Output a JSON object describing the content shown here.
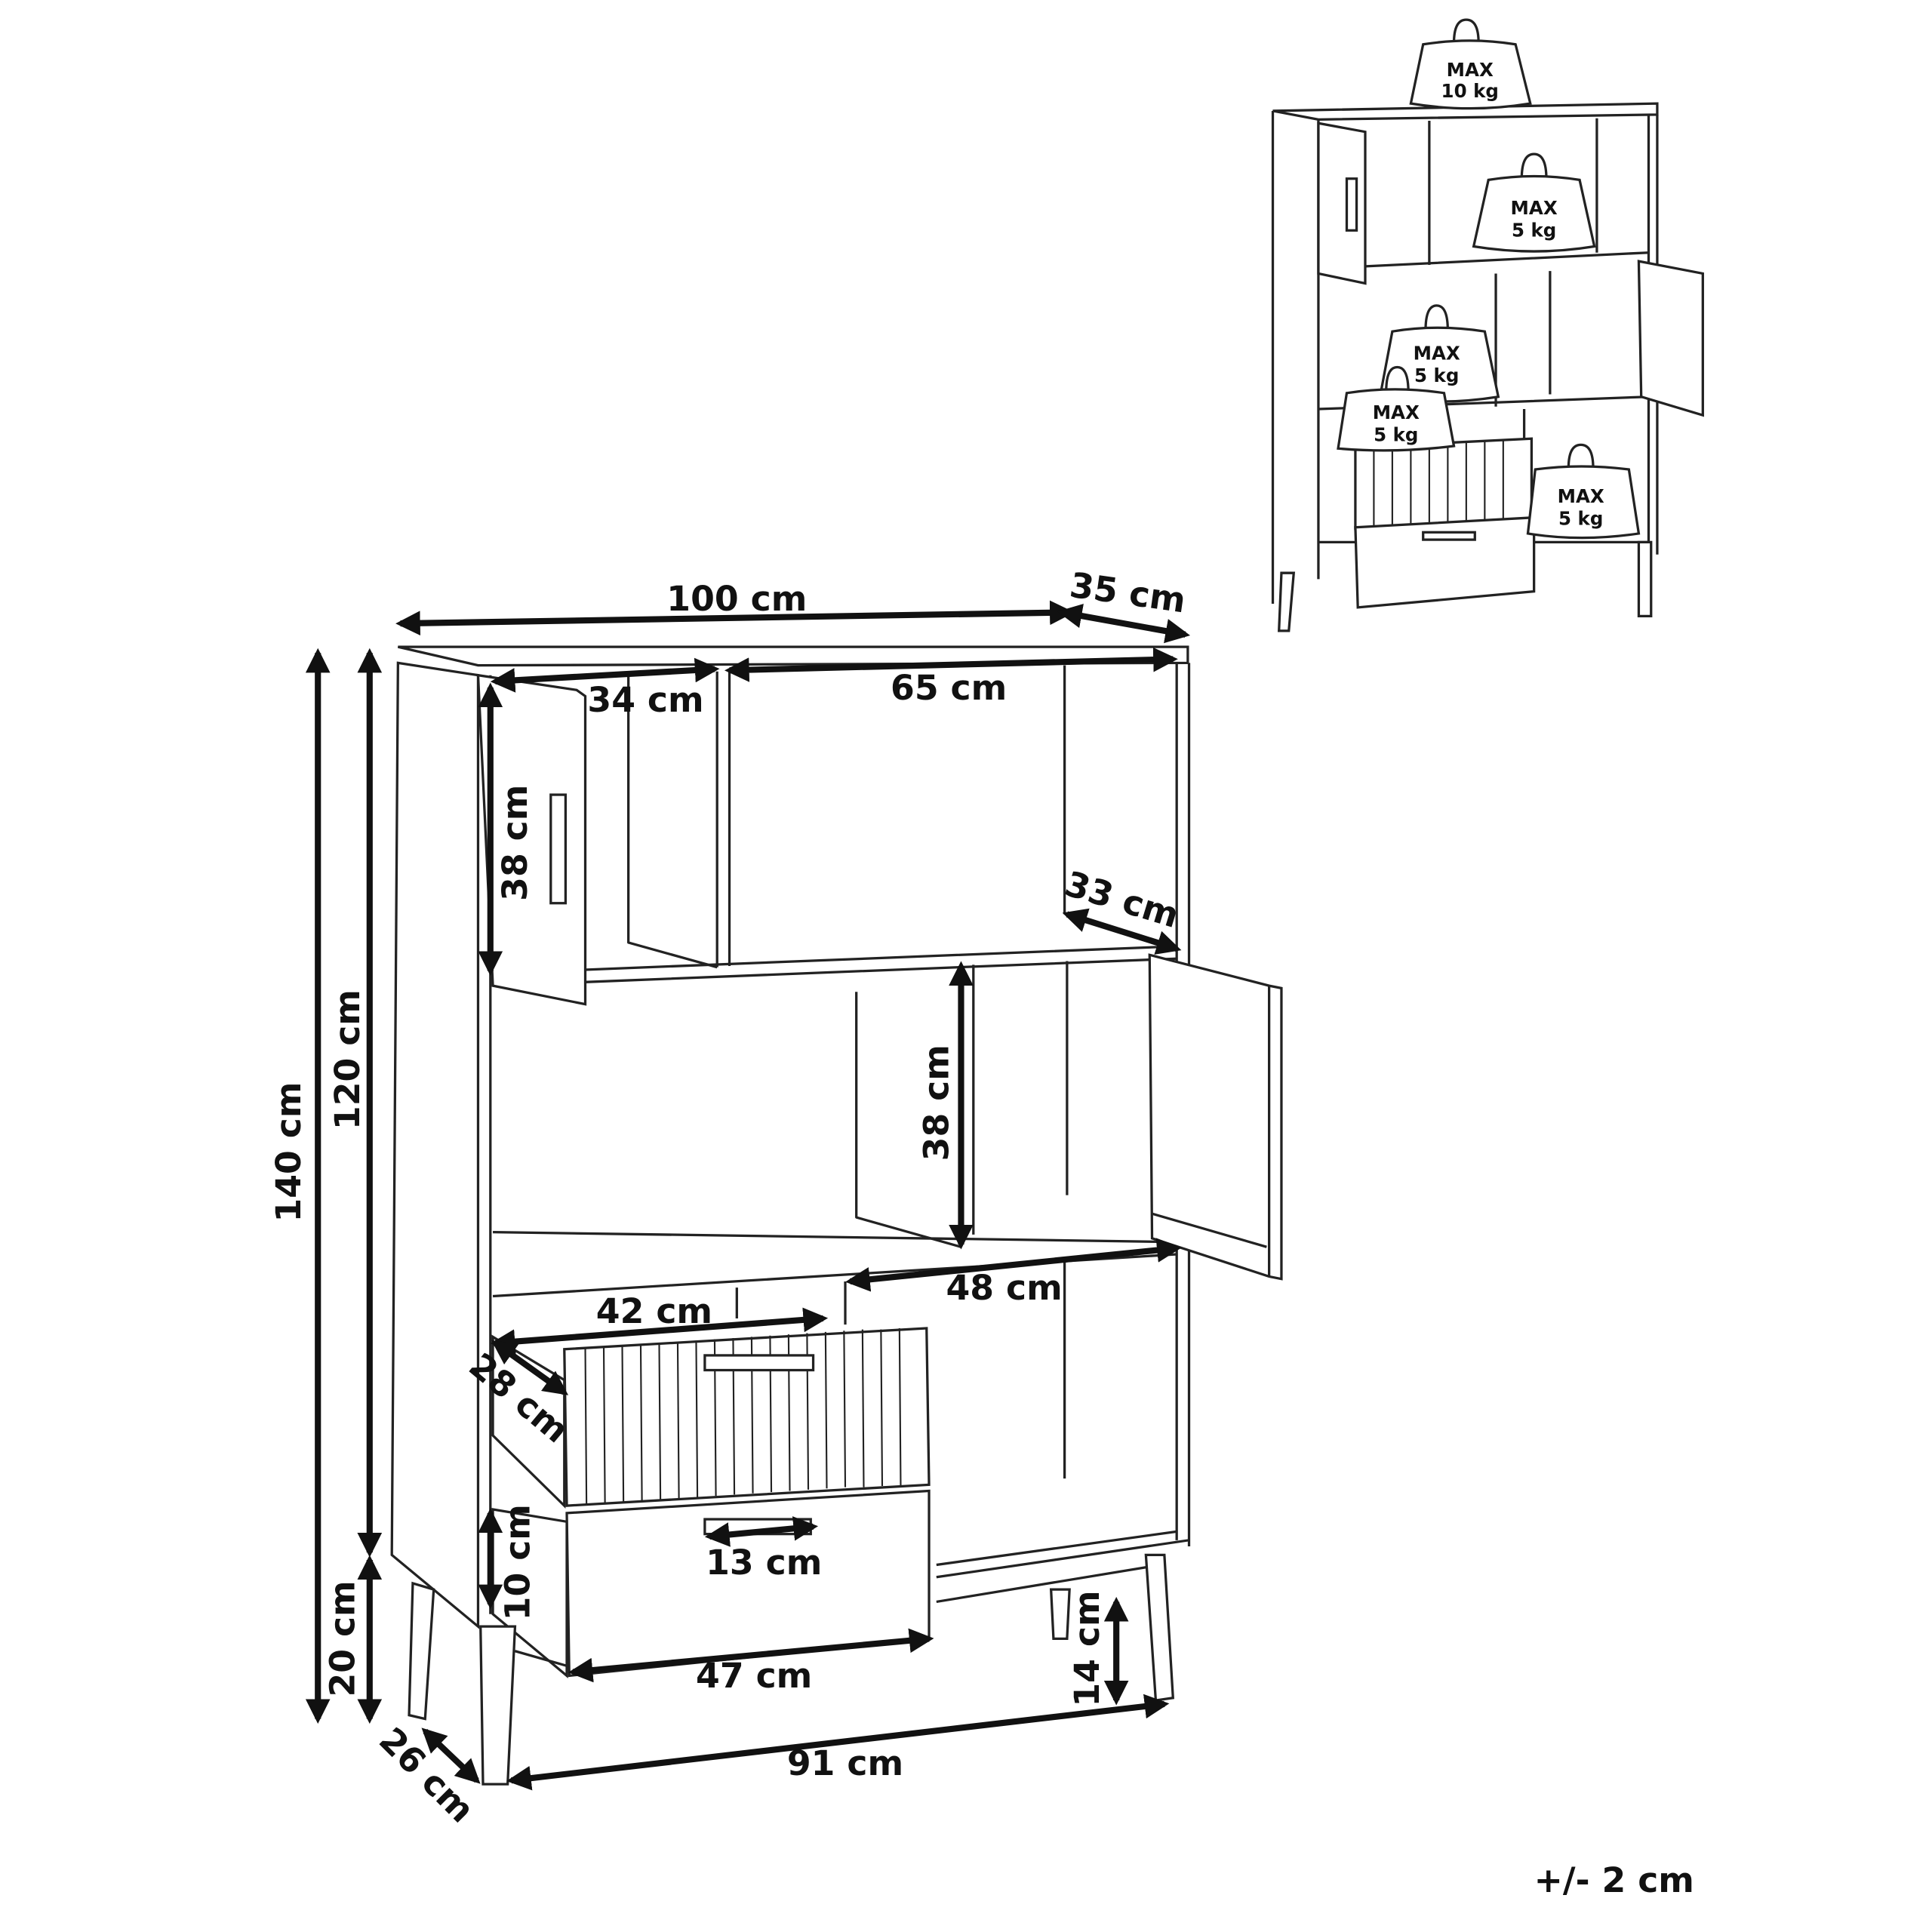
{
  "dimensions": {
    "width_total": "100 cm",
    "depth_total": "35 cm",
    "top_left_compartment_width": "34 cm",
    "top_right_compartment_width": "65 cm",
    "top_compartment_height": "38 cm",
    "inner_depth": "33 cm",
    "middle_compartment_height": "38 cm",
    "middle_right_width": "48 cm",
    "drawer_inner_width": "42 cm",
    "drawer_inner_depth": "28 cm",
    "drawer_height": "10 cm",
    "handle_width": "13 cm",
    "drawer_front_width": "47 cm",
    "leg_height": "14 cm",
    "leg_span_width": "91 cm",
    "leg_span_depth": "26 cm",
    "height_total": "140 cm",
    "body_height": "120 cm",
    "base_height": "20 cm"
  },
  "tolerance": "+/- 2 cm",
  "load_limits": [
    {
      "label": "MAX",
      "value": "10 kg"
    },
    {
      "label": "MAX",
      "value": "5 kg"
    },
    {
      "label": "MAX",
      "value": "5 kg"
    },
    {
      "label": "MAX",
      "value": "5 kg"
    },
    {
      "label": "MAX",
      "value": "5 kg"
    }
  ]
}
